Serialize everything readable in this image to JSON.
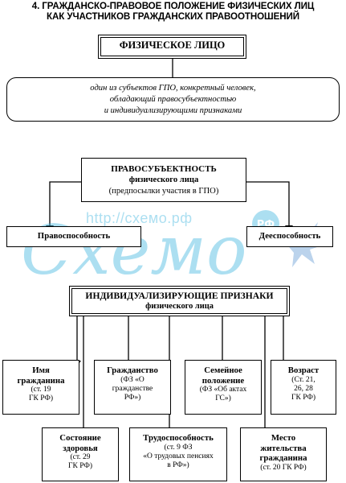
{
  "title_line1": "4. ГРАЖДАНСКО-ПРАВОВОЕ ПОЛОЖЕНИЕ ФИЗИЧЕСКИХ ЛИЦ",
  "title_line2": "КАК УЧАСТНИКОВ ГРАЖДАНСКИХ ПРАВООТНОШЕНИЙ",
  "person": {
    "heading": "ФИЗИЧЕСКОЕ ЛИЦО",
    "def_line1": "один из субъектов ГПО, конкретный человек,",
    "def_line2": "обладающий правосубъектностью",
    "def_line3": "и индивидуализирующими признаками"
  },
  "legal_personality": {
    "heading": "ПРАВОСУБЪЕКТНОСТЬ",
    "subheading": "физического лица",
    "note": "(предпосылки участия в ГПО)",
    "left": "Правоспособность",
    "right": "Дееспособность"
  },
  "features": {
    "heading": "ИНДИВИДУАЛИЗИРУЮЩИЕ ПРИЗНАКИ",
    "subheading": "физического лица",
    "items": [
      {
        "title1": "Имя",
        "title2": "гражданина",
        "ref1": "(ст. 19",
        "ref2": "ГК РФ)"
      },
      {
        "title1": "Гражданство",
        "ref1": "(ФЗ «О",
        "ref2": "гражданстве",
        "ref3": "РФ»)"
      },
      {
        "title1": "Семейное",
        "title2": "положение",
        "ref1": "(ФЗ «Об актах",
        "ref2": "ГС»)"
      },
      {
        "title1": "Возраст",
        "ref1": "(Ст. 21,",
        "ref2": "26, 28",
        "ref3": "ГК РФ)"
      },
      {
        "title1": "Состояние",
        "title2": "здоровья",
        "ref1": "(ст. 29",
        "ref2": "ГК РФ)"
      },
      {
        "title1": "Трудоспособность",
        "ref1": "(ст. 9 ФЗ",
        "ref2": "«О трудовых пенсиях",
        "ref3": "в РФ»)"
      },
      {
        "title1": "Место",
        "title2": "жительства",
        "title3": "гражданина",
        "ref1": "(ст. 20 ГК РФ)"
      }
    ]
  },
  "watermark": {
    "url": "http://схемо.рф",
    "logo_text": "Схемо",
    "badge_text": "РФ"
  },
  "colors": {
    "watermark": "#46b9e1",
    "ink": "#000000"
  }
}
